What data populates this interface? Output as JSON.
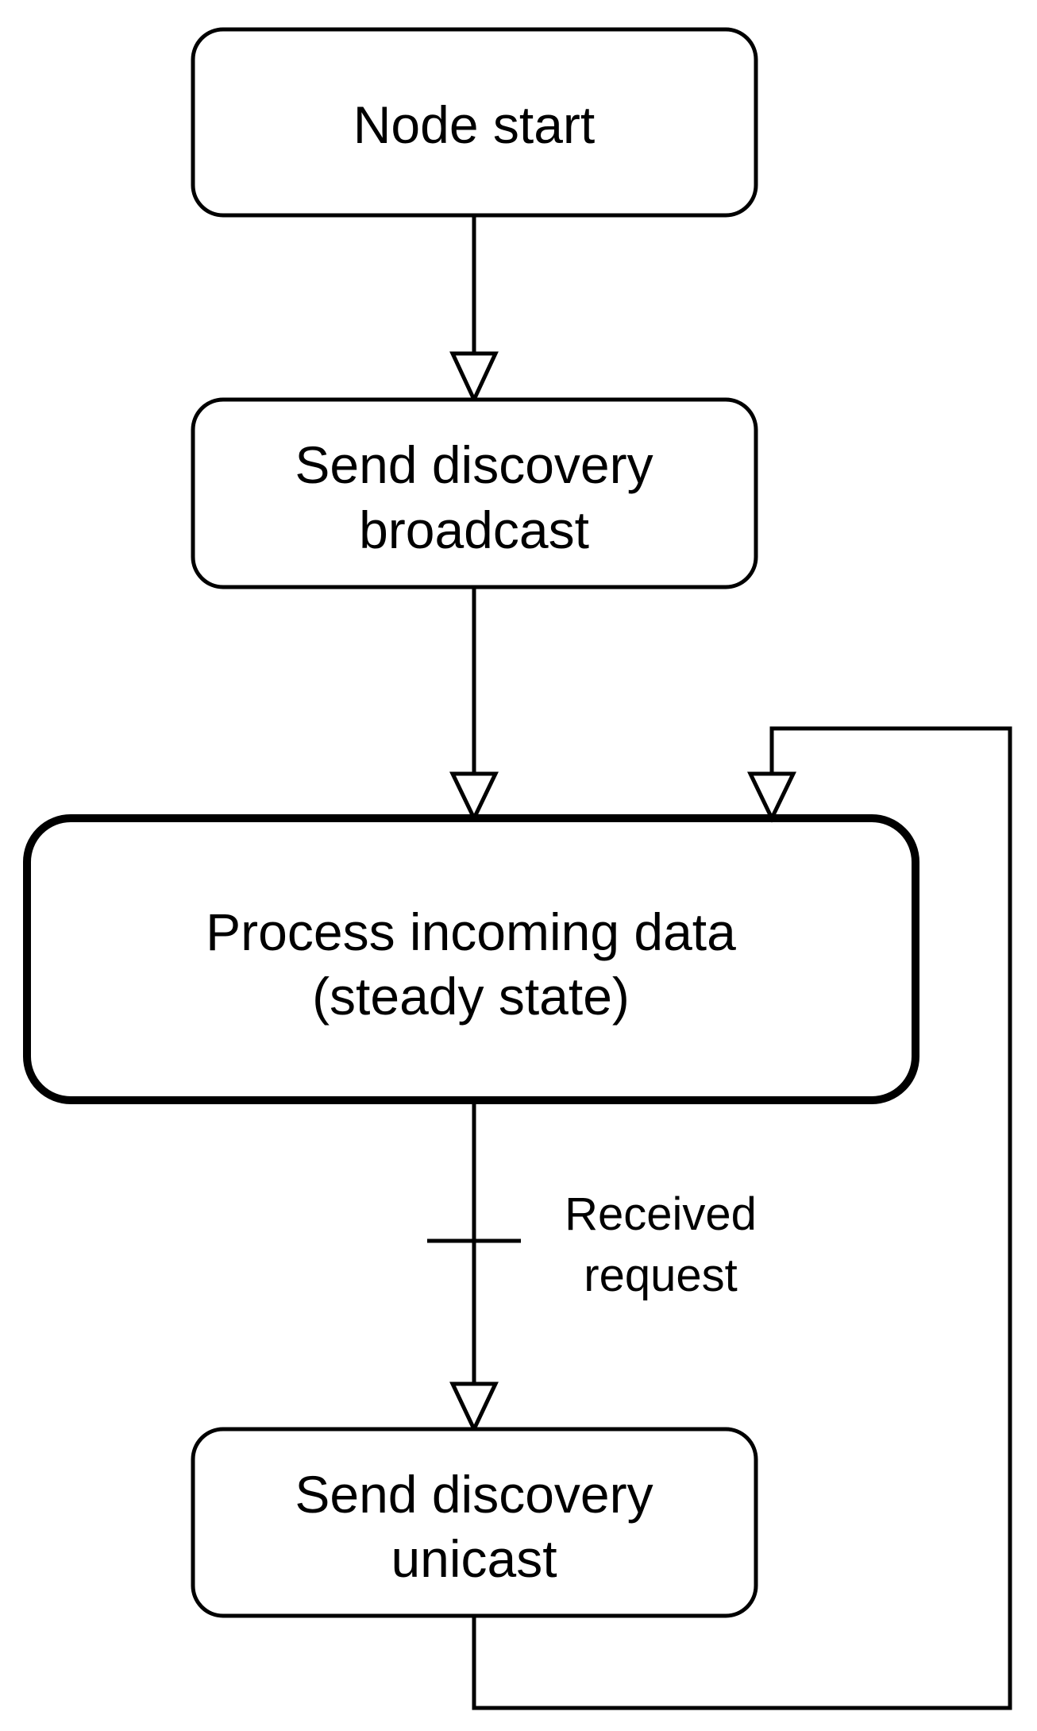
{
  "diagram": {
    "nodes": {
      "node_start": {
        "line1": "Node start"
      },
      "send_broadcast": {
        "line1": "Send discovery",
        "line2": "broadcast"
      },
      "process_data": {
        "line1": "Process incoming data",
        "line2": "(steady state)"
      },
      "send_unicast": {
        "line1": "Send discovery",
        "line2": "unicast"
      }
    },
    "transition_label": {
      "line1": "Received",
      "line2": "request"
    },
    "colors": {
      "stroke": "#000000",
      "fill": "#ffffff"
    }
  }
}
